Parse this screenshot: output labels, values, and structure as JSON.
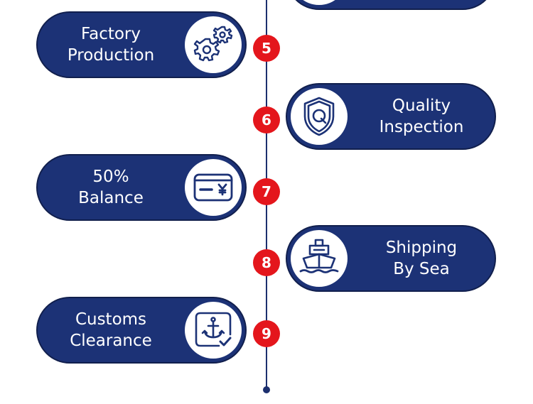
{
  "colors": {
    "pill": "#1c3276",
    "badge": "#e4161c",
    "line": "#1c2f6e"
  },
  "steps": [
    {
      "number": "5",
      "label": "Factory\nProduction",
      "icon": "gears-icon",
      "side": "left"
    },
    {
      "number": "6",
      "label": "Quality\nInspection",
      "icon": "shield-q-icon",
      "side": "right"
    },
    {
      "number": "7",
      "label": "50%\nBalance",
      "icon": "payment-card-icon",
      "side": "left"
    },
    {
      "number": "8",
      "label": "Shipping\nBy Sea",
      "icon": "ship-icon",
      "side": "right"
    },
    {
      "number": "9",
      "label": "Customs\nClearance",
      "icon": "customs-anchor-icon",
      "side": "left"
    }
  ]
}
